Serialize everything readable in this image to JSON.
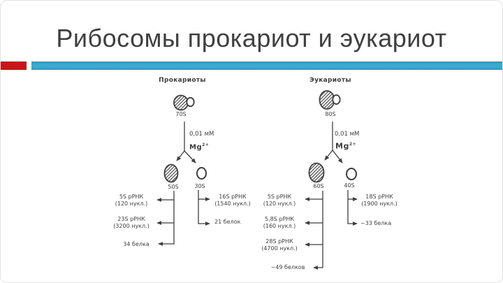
{
  "slide": {
    "title": "Рибосомы прокариот и эукариот"
  },
  "colors": {
    "accent_red": "#c9161b",
    "accent_teal": "#36a5c4",
    "ink": "#3e3e3e"
  },
  "diagram": {
    "prok": {
      "header": "Прокариоты",
      "whole": "70S",
      "mg_conc": "0,01 мМ",
      "mg_ion": "Mg",
      "mg_charge": "2+",
      "large": "50S",
      "small": "30S",
      "large_items": [
        {
          "l1": "5S рРНК",
          "l2": "(120 нукл.)"
        },
        {
          "l1": "23S рРНК",
          "l2": "(3200 нукл.)"
        },
        {
          "l1": "34 белка",
          "l2": ""
        }
      ],
      "small_items": [
        {
          "l1": "16S рРНК",
          "l2": "(1540 нукл.)"
        },
        {
          "l1": "21 белок",
          "l2": ""
        }
      ]
    },
    "euk": {
      "header": "Эукариоты",
      "whole": "80S",
      "mg_conc": "0,01 мМ",
      "mg_ion": "Mg",
      "mg_charge": "2+",
      "large": "60S",
      "small": "40S",
      "large_items": [
        {
          "l1": "5S рРНК",
          "l2": "(120 нукл.)"
        },
        {
          "l1": "5,8S рРНК",
          "l2": "(160 нукл.)"
        },
        {
          "l1": "28S рРНК",
          "l2": "(4700 нукл.)"
        },
        {
          "l1": "~49 белков",
          "l2": ""
        }
      ],
      "small_items": [
        {
          "l1": "18S рРНК",
          "l2": "(1900 нукл.)"
        },
        {
          "l1": "~33 белка",
          "l2": ""
        }
      ]
    }
  }
}
